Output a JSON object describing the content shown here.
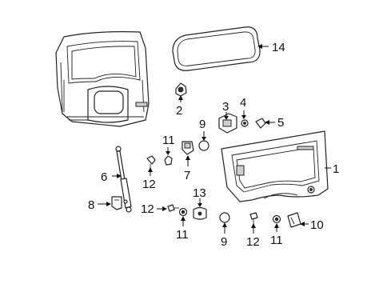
{
  "callouts": [
    {
      "id": "c1",
      "text": "1"
    },
    {
      "id": "c2",
      "text": "2"
    },
    {
      "id": "c3",
      "text": "3"
    },
    {
      "id": "c4",
      "text": "4"
    },
    {
      "id": "c5",
      "text": "5"
    },
    {
      "id": "c6",
      "text": "6"
    },
    {
      "id": "c7",
      "text": "7"
    },
    {
      "id": "c8",
      "text": "8"
    },
    {
      "id": "c9a",
      "text": "9"
    },
    {
      "id": "c9b",
      "text": "9"
    },
    {
      "id": "c10",
      "text": "10"
    },
    {
      "id": "c11a",
      "text": "11"
    },
    {
      "id": "c11b",
      "text": "11"
    },
    {
      "id": "c11c",
      "text": "11"
    },
    {
      "id": "c12a",
      "text": "12"
    },
    {
      "id": "c12b",
      "text": "12"
    },
    {
      "id": "c12c",
      "text": "12"
    },
    {
      "id": "c13",
      "text": "13"
    },
    {
      "id": "c14",
      "text": "14"
    }
  ]
}
